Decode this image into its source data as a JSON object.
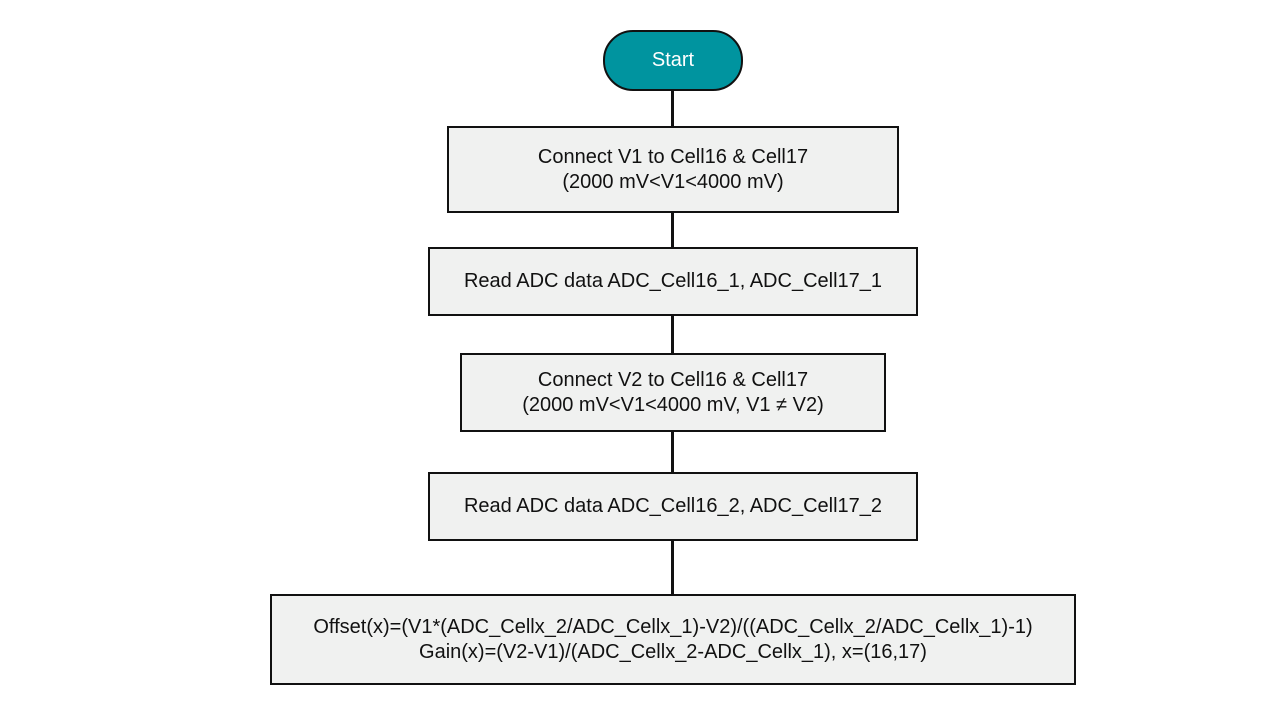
{
  "colors": {
    "start_fill": "#00949f",
    "box_fill": "#f0f1f0",
    "stroke": "#111111"
  },
  "flowchart": {
    "start": "Start",
    "step1": {
      "line1": "Connect V1 to Cell16 & Cell17",
      "line2": "(2000 mV<V1<4000 mV)"
    },
    "step2": {
      "line1": "Read ADC data ADC_Cell16_1, ADC_Cell17_1"
    },
    "step3": {
      "line1": "Connect V2 to Cell16 & Cell17",
      "line2": "(2000 mV<V1<4000 mV, V1 ≠ V2)"
    },
    "step4": {
      "line1": "Read ADC data ADC_Cell16_2, ADC_Cell17_2"
    },
    "step5": {
      "line1": "Offset(x)=(V1*(ADC_Cellx_2/ADC_Cellx_1)-V2)/((ADC_Cellx_2/ADC_Cellx_1)-1)",
      "line2": "Gain(x)=(V2-V1)/(ADC_Cellx_2-ADC_Cellx_1), x=(16,17)"
    }
  }
}
